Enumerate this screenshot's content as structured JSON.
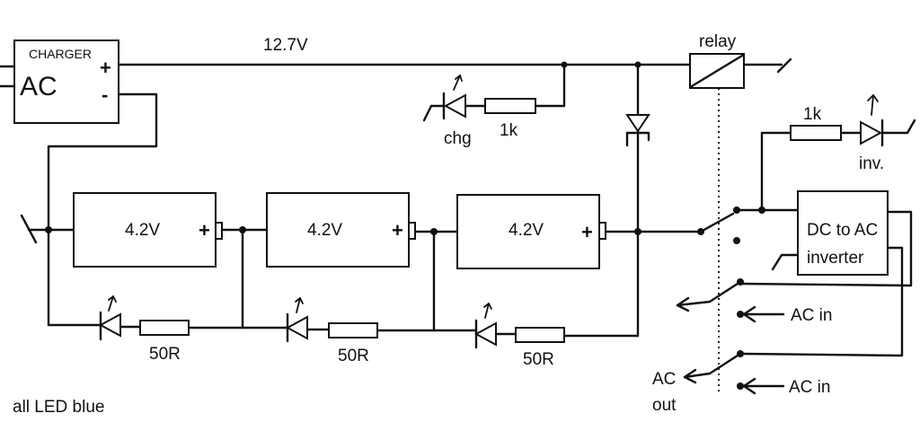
{
  "charger": {
    "title": "CHARGER",
    "ac": "AC",
    "plus": "+",
    "minus": "-"
  },
  "bus_voltage": "12.7V",
  "relay_label": "relay",
  "indicator": {
    "resistor": "1k",
    "led": "chg"
  },
  "inverter_indicator": {
    "resistor": "1k",
    "led": "inv."
  },
  "cells": [
    {
      "label": "4.2V",
      "plus": "+"
    },
    {
      "label": "4.2V",
      "plus": "+"
    },
    {
      "label": "4.2V",
      "plus": "+"
    }
  ],
  "balancers": [
    {
      "resistor": "50R"
    },
    {
      "resistor": "50R"
    },
    {
      "resistor": "50R"
    }
  ],
  "inverter": {
    "line1": "DC to AC",
    "line2": "inverter"
  },
  "ac_in_1": "AC in",
  "ac_in_2": "AC in",
  "ac_out_1": "AC",
  "ac_out_2": "out",
  "note": "all LED blue"
}
